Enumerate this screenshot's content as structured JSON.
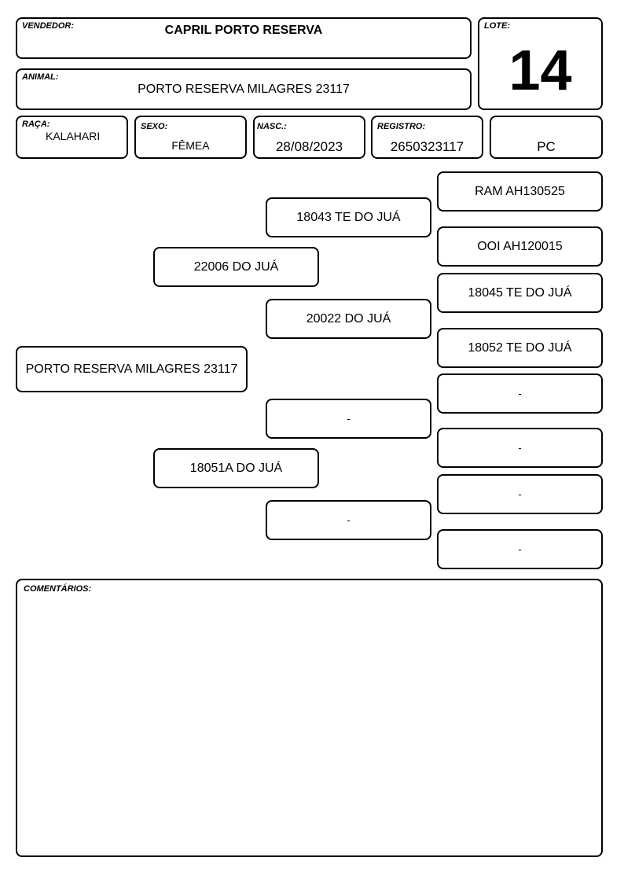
{
  "header": {
    "vendedor_label": "VENDEDOR:",
    "vendedor": "CAPRIL PORTO RESERVA",
    "lote_label": "LOTE:",
    "lote": "14",
    "animal_label": "ANIMAL:",
    "animal": "PORTO RESERVA MILAGRES 23117"
  },
  "info": {
    "raca_label": "RAÇA:",
    "raca": "KALAHARI",
    "sexo_label": "SEXO:",
    "sexo": "FÊMEA",
    "nasc_label": "NASC.:",
    "nasc": "28/08/2023",
    "registro_label": "REGISTRO:",
    "registro": "2650323117",
    "categoria": "PC"
  },
  "pedigree": {
    "animal": "PORTO RESERVA MILAGRES 23117",
    "sire": "22006 DO JUÁ",
    "dam": "18051A DO JUÁ",
    "sire_sire": "18043 TE DO JUÁ",
    "sire_dam": "20022 DO JUÁ",
    "dam_sire": "-",
    "dam_dam": "-",
    "ggp": [
      "RAM AH130525",
      "OOI AH120015",
      "18045 TE DO JUÁ",
      "18052 TE DO JUÁ",
      "-",
      "-",
      "-",
      "-"
    ]
  },
  "comments": {
    "label": "COMENTÁRIOS:",
    "text": ""
  }
}
